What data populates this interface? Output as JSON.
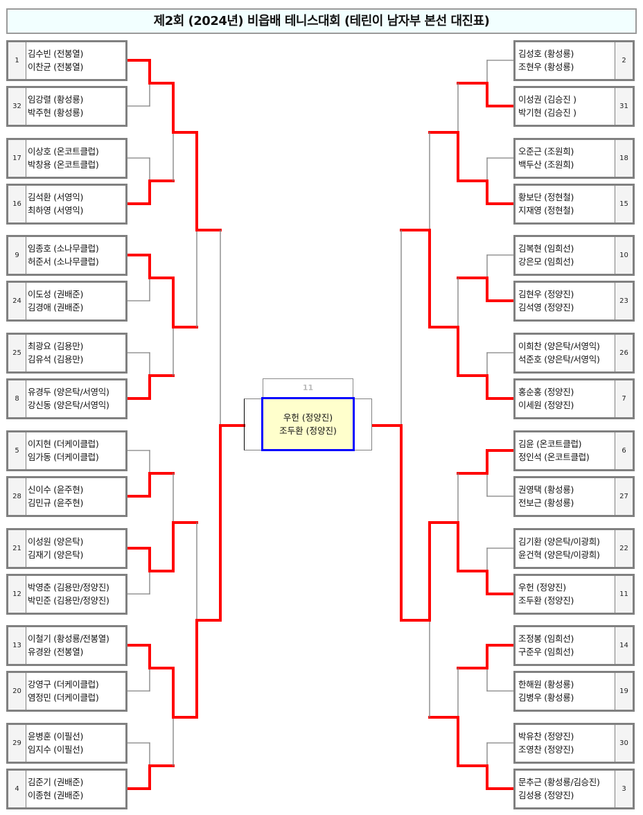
{
  "title": "제2회 (2024년) 비읍배 테니스대회 (테린이 남자부 본선 대진표)",
  "colors": {
    "win_line": "#ff0000",
    "line": "#808080",
    "final_border": "#0000ff",
    "final_bg": "#ffffcc"
  },
  "left": [
    {
      "seed": "1",
      "players": [
        "김수빈 (전봉열)",
        "이찬균 (전봉열)"
      ]
    },
    {
      "seed": "32",
      "players": [
        "임강렬 (황성룡)",
        "박주현 (황성룡)"
      ]
    },
    {
      "seed": "17",
      "players": [
        "이상호 (온코트클럽)",
        "박창용 (온코트클럽)"
      ]
    },
    {
      "seed": "16",
      "players": [
        "김석환 (서영익)",
        "최하영 (서영익)"
      ]
    },
    {
      "seed": "9",
      "players": [
        "임종호 (소나무클럽)",
        "허준서 (소나무클럽)"
      ]
    },
    {
      "seed": "24",
      "players": [
        "이도성 (권배준)",
        "김경애 (권배준)"
      ]
    },
    {
      "seed": "25",
      "players": [
        "최광요 (김용만)",
        "김유석 (김용만)"
      ]
    },
    {
      "seed": "8",
      "players": [
        "유경두 (양은탁/서영익)",
        "강신동 (양은탁/서영익)"
      ]
    },
    {
      "seed": "5",
      "players": [
        "이지현 (더케이클럽)",
        "임가동 (더케이클럽)"
      ]
    },
    {
      "seed": "28",
      "players": [
        "신이수 (윤주현)",
        "김민규 (윤주현)"
      ]
    },
    {
      "seed": "21",
      "players": [
        "이성원 (양은탁)",
        "김재기 (양은탁)"
      ]
    },
    {
      "seed": "12",
      "players": [
        "박영춘 (김용만/정양진)",
        "박민준 (김용만/정양진)"
      ]
    },
    {
      "seed": "13",
      "players": [
        "이철기 (황성룡/전봉열)",
        "유경완 (전봉열)"
      ]
    },
    {
      "seed": "20",
      "players": [
        "강영구 (더케이클럽)",
        "염정민 (더케이클럽)"
      ]
    },
    {
      "seed": "29",
      "players": [
        "윤병훈 (이필선)",
        "임지수 (이필선)"
      ]
    },
    {
      "seed": "4",
      "players": [
        "김준기 (권배준)",
        "이종현 (권배준)"
      ]
    }
  ],
  "right": [
    {
      "seed": "2",
      "players": [
        "김성호 (황성룡)",
        "조현우 (황성룡)"
      ]
    },
    {
      "seed": "31",
      "players": [
        "이성권 (김승진 )",
        "박기현 (김승진 )"
      ]
    },
    {
      "seed": "18",
      "players": [
        "오준근 (조원희)",
        "백두산 (조원희)"
      ]
    },
    {
      "seed": "15",
      "players": [
        "황보단 (정현철)",
        "지재영 (정현철)"
      ]
    },
    {
      "seed": "10",
      "players": [
        "김복현 (임희선)",
        "강은모 (임희선)"
      ]
    },
    {
      "seed": "23",
      "players": [
        "김현우 (정양진)",
        "김석영 (정양진)"
      ]
    },
    {
      "seed": "26",
      "players": [
        "이희찬 (양은탁/서영익)",
        "석준호 (양은탁/서영익)"
      ]
    },
    {
      "seed": "7",
      "players": [
        "홍순홍 (정양진)",
        "이세원 (정양진)"
      ]
    },
    {
      "seed": "6",
      "players": [
        "김윤 (온코트클럽)",
        "정인석 (온코트클럽)"
      ]
    },
    {
      "seed": "27",
      "players": [
        "권영택 (황성룡)",
        "전보근 (황성룡)"
      ]
    },
    {
      "seed": "22",
      "players": [
        "김기환 (양은탁/이광희)",
        "윤건혁 (양은탁/이광희)"
      ]
    },
    {
      "seed": "11",
      "players": [
        "우헌 (정양진)",
        "조두환 (정양진)"
      ]
    },
    {
      "seed": "14",
      "players": [
        "조정봉 (임희선)",
        "구준우 (임희선)"
      ]
    },
    {
      "seed": "19",
      "players": [
        "한해원 (황성룡)",
        "김병우 (황성룡)"
      ]
    },
    {
      "seed": "30",
      "players": [
        "박유찬 (정양진)",
        "조영찬 (정양진)"
      ]
    },
    {
      "seed": "3",
      "players": [
        "문추근 (황성룡/김승진)",
        "김성용 (정양진)"
      ]
    }
  ],
  "results": {
    "left": [
      [
        0,
        1,
        0,
        1,
        1,
        0,
        0,
        1
      ],
      [
        0,
        0,
        1,
        0
      ],
      [
        0,
        1
      ],
      [
        1
      ]
    ],
    "right": [
      [
        1,
        1,
        1,
        1,
        0,
        1,
        0,
        1
      ],
      [
        1,
        1,
        1,
        1
      ],
      [
        1,
        0
      ],
      [
        1
      ]
    ]
  },
  "final": {
    "winner_seed": "11",
    "players": [
      "우헌 (정양진)",
      "조두환 (정양진)"
    ]
  }
}
